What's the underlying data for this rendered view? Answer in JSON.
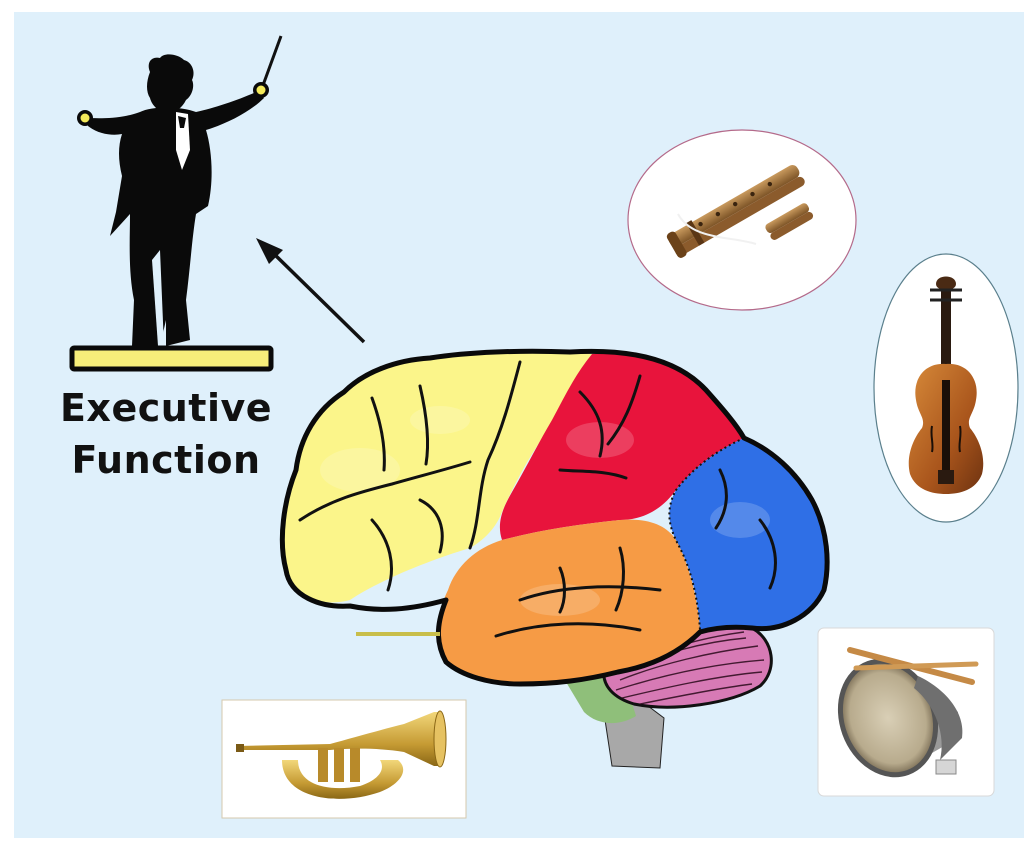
{
  "diagram": {
    "label_line1": "Executive",
    "label_line2": "Function",
    "colors": {
      "background": "#dff0fb",
      "frontal_lobe": "#fbf58a",
      "parietal_lobe": "#e8143c",
      "occipital_lobe": "#2f6fe6",
      "temporal_lobe": "#f69b45",
      "cerebellum": "#d77ab5",
      "brainstem": "#a8a8a8",
      "pons": "#8fbf7a",
      "podium": "#f7ee7a"
    },
    "illustrations": [
      "conductor-silhouette",
      "arrow",
      "brain",
      "flute",
      "violin",
      "trumpet",
      "drum"
    ]
  }
}
